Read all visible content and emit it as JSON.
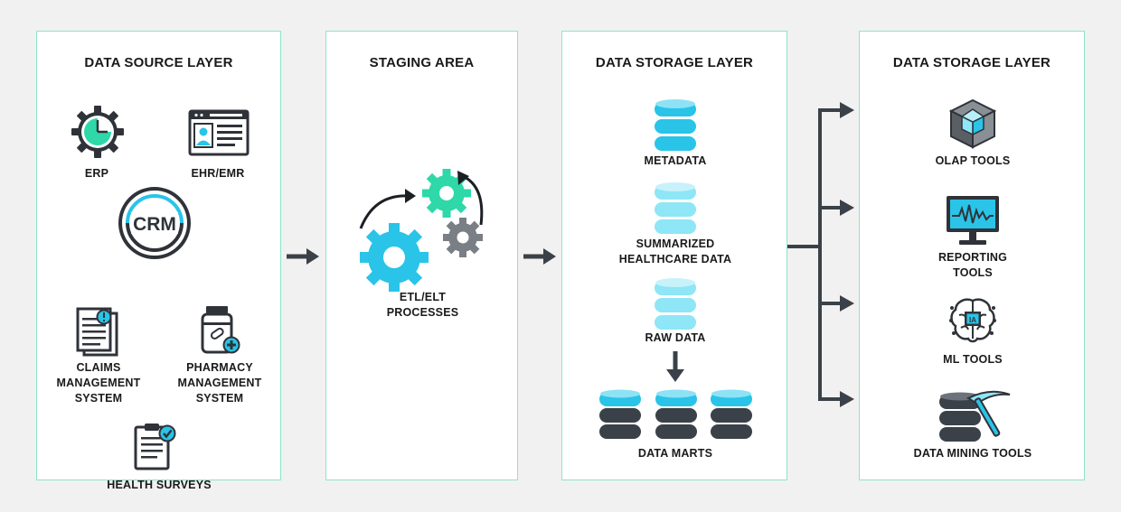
{
  "colors": {
    "accent": "#2ed8a8",
    "cyan": "#29c4e8",
    "dark": "#2f3339",
    "border": "#8fe3cc",
    "arrow": "#3b4148"
  },
  "source_layer": {
    "title": "DATA SOURCE LAYER",
    "items": [
      {
        "label": "ERP",
        "icon": "gear-clock-icon"
      },
      {
        "label": "EHR/EMR",
        "icon": "browser-profile-icon"
      },
      {
        "label": "CRM",
        "icon": "crm-circle-icon"
      },
      {
        "label": "CLAIMS\nMANAGEMENT\nSYSTEM",
        "icon": "claims-document-icon"
      },
      {
        "label": "PHARMACY\nMANAGEMENT\nSYSTEM",
        "icon": "pill-bottle-icon"
      },
      {
        "label": "HEALTH SURVEYS",
        "icon": "clipboard-check-icon"
      }
    ]
  },
  "staging": {
    "title": "STAGING AREA",
    "label": "ETL/ELT\nPROCESSES",
    "icon": "gears-icon"
  },
  "storage_layer": {
    "title": "DATA STORAGE LAYER",
    "items": [
      {
        "label": "METADATA",
        "icon": "database-icon"
      },
      {
        "label": "SUMMARIZED\nHEALTHCARE DATA",
        "icon": "database-icon"
      },
      {
        "label": "RAW DATA",
        "icon": "database-icon"
      },
      {
        "label": "DATA MARTS",
        "icon": "database-group-icon"
      }
    ]
  },
  "tools_layer": {
    "title": "DATA STORAGE LAYER",
    "items": [
      {
        "label": "OLAP TOOLS",
        "icon": "cube-icon"
      },
      {
        "label": "REPORTING\nTOOLS",
        "icon": "monitor-chart-icon"
      },
      {
        "label": "ML TOOLS",
        "icon": "brain-chip-icon"
      },
      {
        "label": "DATA MINING TOOLS",
        "icon": "database-pickaxe-icon"
      }
    ]
  }
}
